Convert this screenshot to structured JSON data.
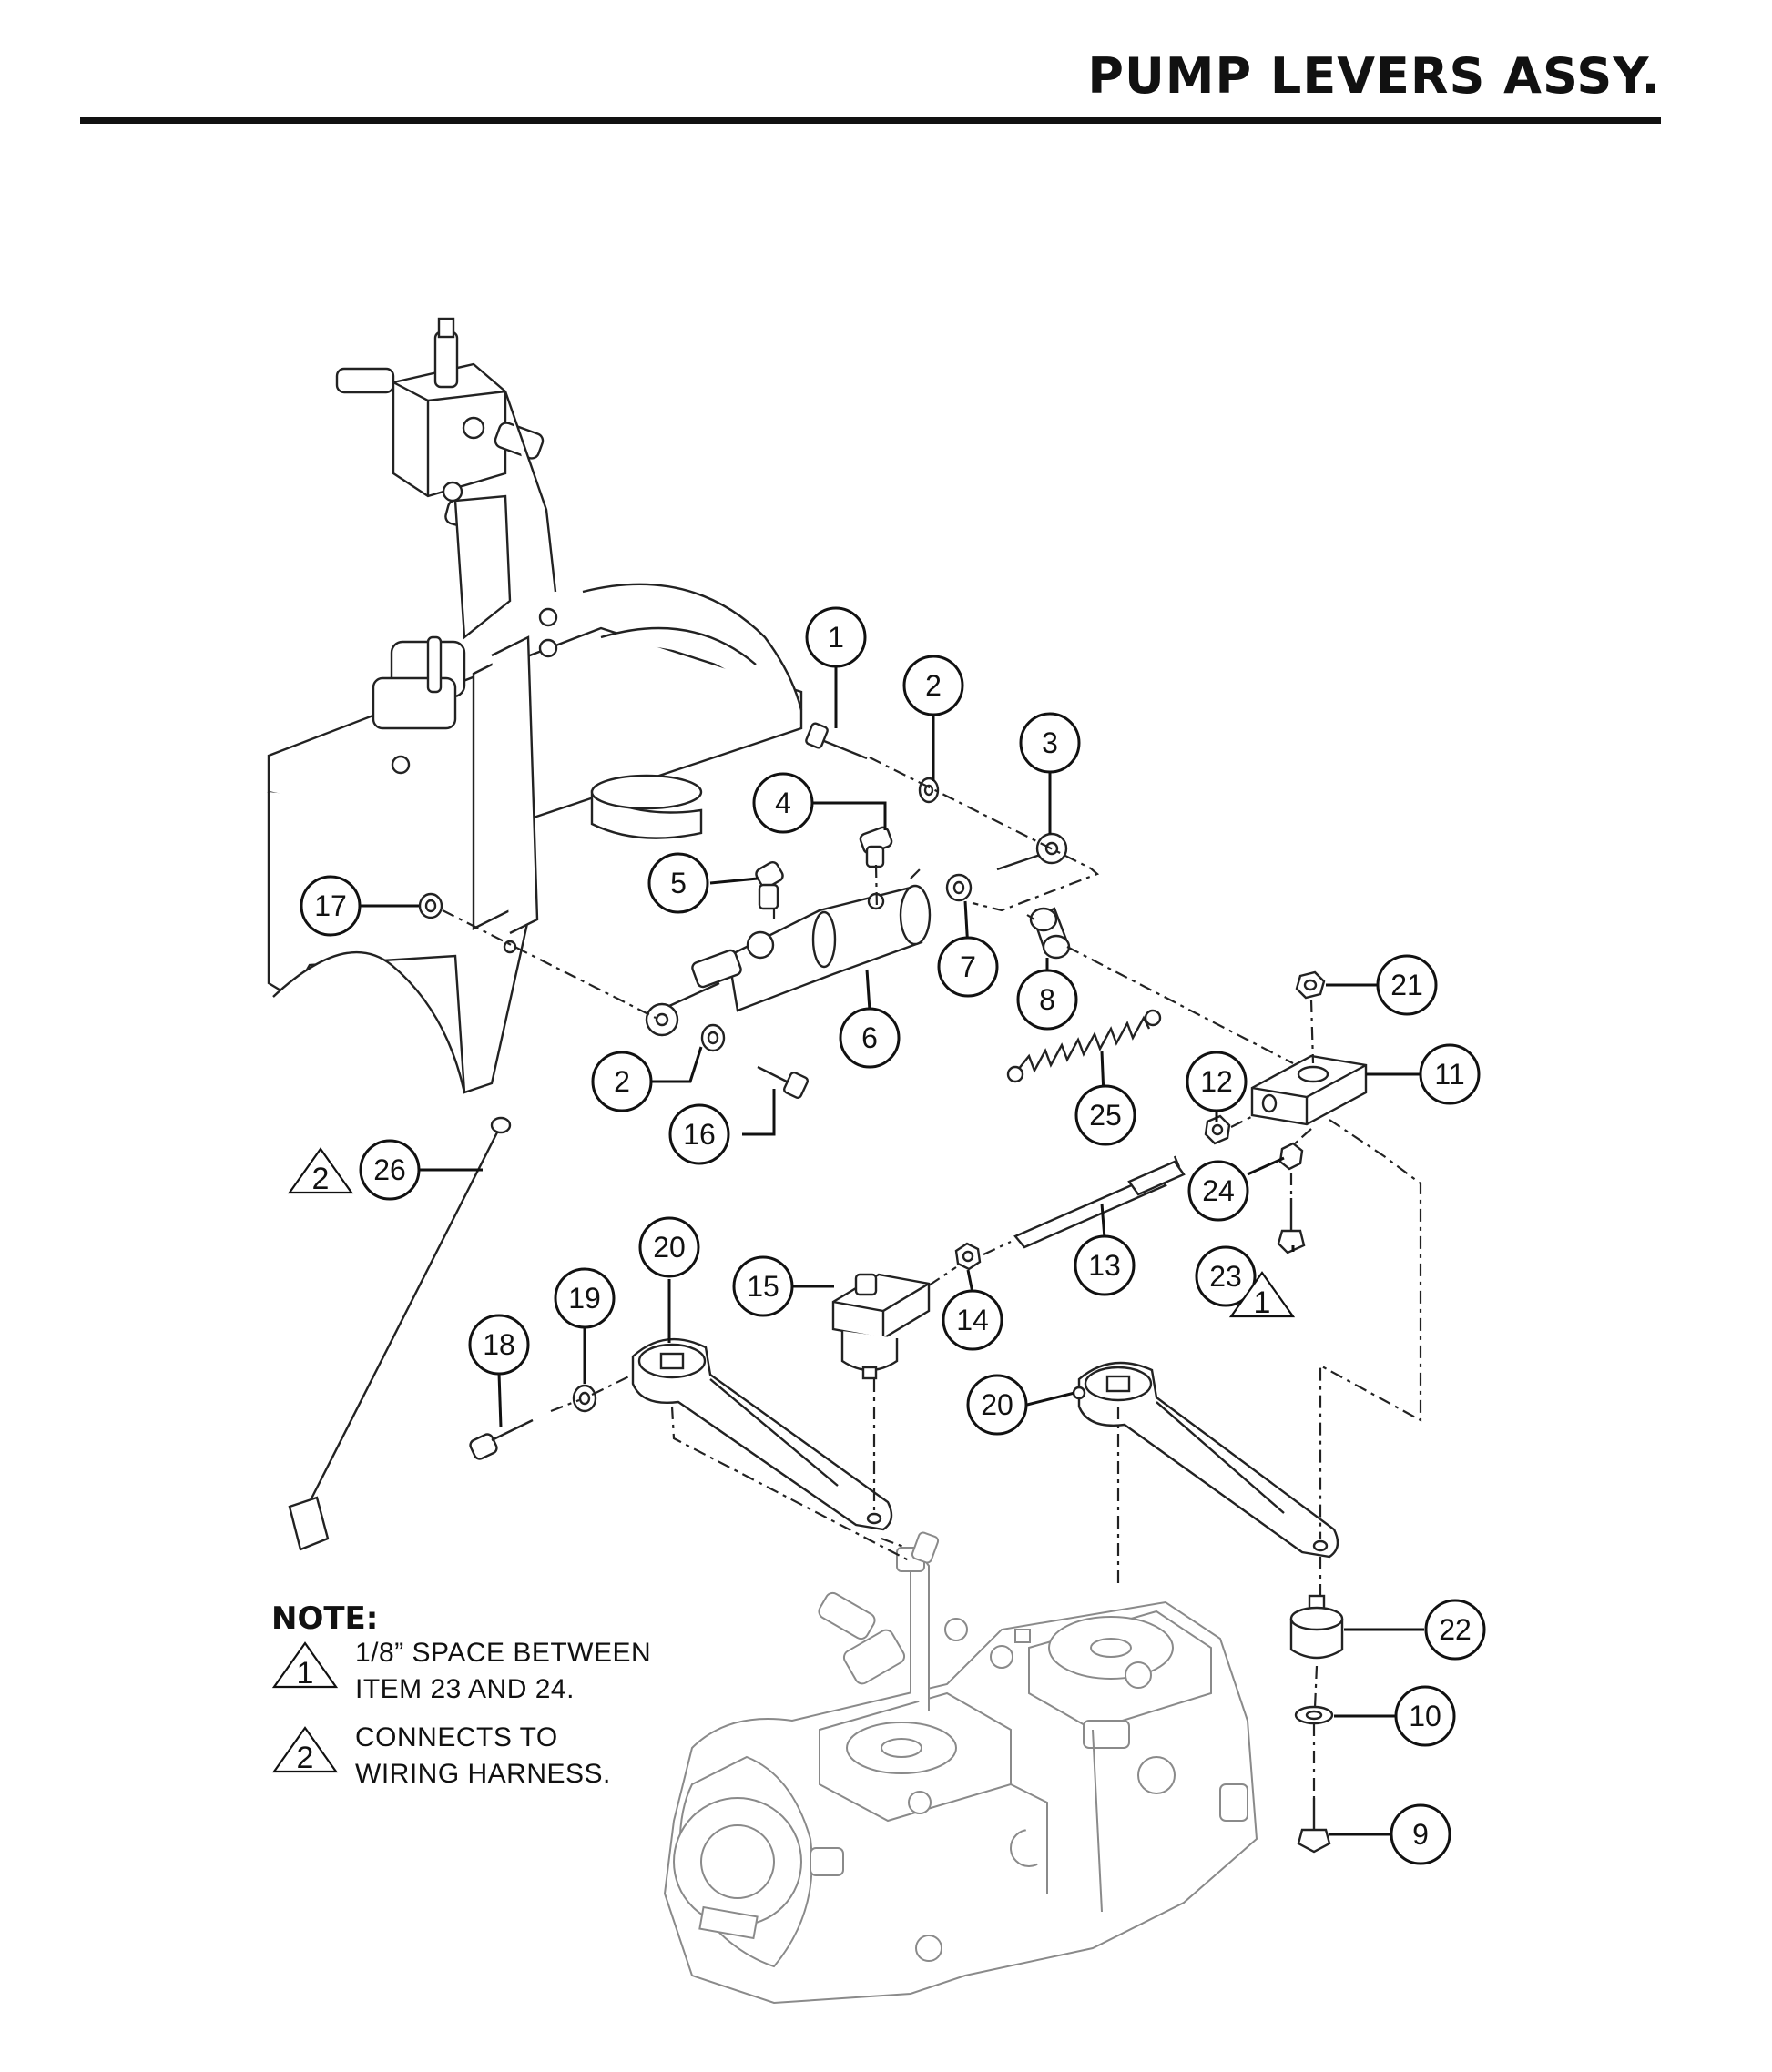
{
  "page": {
    "title": "PUMP LEVERS ASSY."
  },
  "callouts": [
    {
      "id": "c1",
      "label": "1"
    },
    {
      "id": "c2a",
      "label": "2"
    },
    {
      "id": "c3",
      "label": "3"
    },
    {
      "id": "c4",
      "label": "4"
    },
    {
      "id": "c5",
      "label": "5"
    },
    {
      "id": "c6",
      "label": "6"
    },
    {
      "id": "c7",
      "label": "7"
    },
    {
      "id": "c8",
      "label": "8"
    },
    {
      "id": "c2b",
      "label": "2"
    },
    {
      "id": "c16",
      "label": "16"
    },
    {
      "id": "c17",
      "label": "17"
    },
    {
      "id": "c21",
      "label": "21"
    },
    {
      "id": "c11",
      "label": "11"
    },
    {
      "id": "c12",
      "label": "12"
    },
    {
      "id": "c25",
      "label": "25"
    },
    {
      "id": "c24",
      "label": "24"
    },
    {
      "id": "c23",
      "label": "23"
    },
    {
      "id": "c13",
      "label": "13"
    },
    {
      "id": "c14",
      "label": "14"
    },
    {
      "id": "c15",
      "label": "15"
    },
    {
      "id": "c26",
      "label": "26"
    },
    {
      "id": "c20a",
      "label": "20"
    },
    {
      "id": "c19",
      "label": "19"
    },
    {
      "id": "c18",
      "label": "18"
    },
    {
      "id": "c20b",
      "label": "20"
    },
    {
      "id": "c22",
      "label": "22"
    },
    {
      "id": "c10",
      "label": "10"
    },
    {
      "id": "c9",
      "label": "9"
    }
  ],
  "flags": [
    {
      "id": "f26",
      "label": "2"
    },
    {
      "id": "f23",
      "label": "1"
    }
  ],
  "note": {
    "heading": "NOTE:",
    "items": [
      {
        "flag": "1",
        "line1": "1/8” SPACE BETWEEN",
        "line2": "ITEM 23 AND 24."
      },
      {
        "flag": "2",
        "line1": "CONNECTS TO",
        "line2": "WIRING HARNESS."
      }
    ]
  }
}
